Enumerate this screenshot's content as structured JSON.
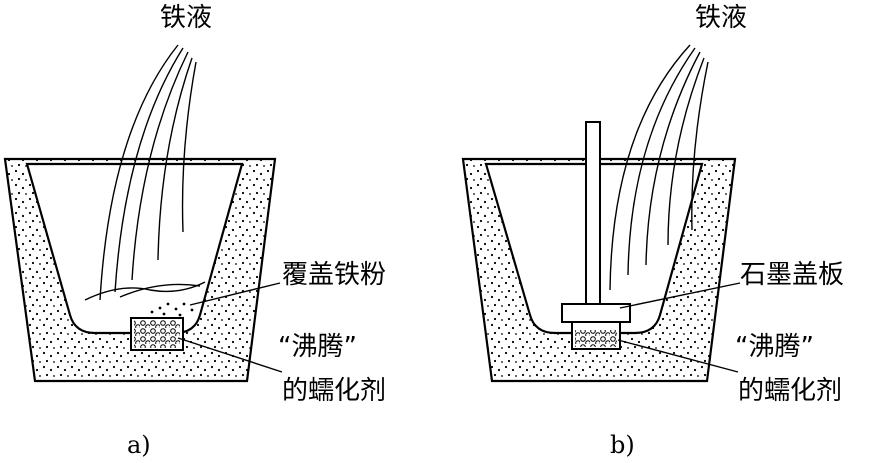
{
  "diagram_a": {
    "pour_label": "铁液",
    "cover_label": "覆盖铁粉",
    "agent_label_line1": "“沸腾”",
    "agent_label_line2": "的蠕化剂",
    "caption": "a)"
  },
  "diagram_b": {
    "pour_label": "铁液",
    "plate_label": "石墨盖板",
    "agent_label_line1": "“沸腾”",
    "agent_label_line2": "的蠕化剂",
    "caption": "b)"
  }
}
